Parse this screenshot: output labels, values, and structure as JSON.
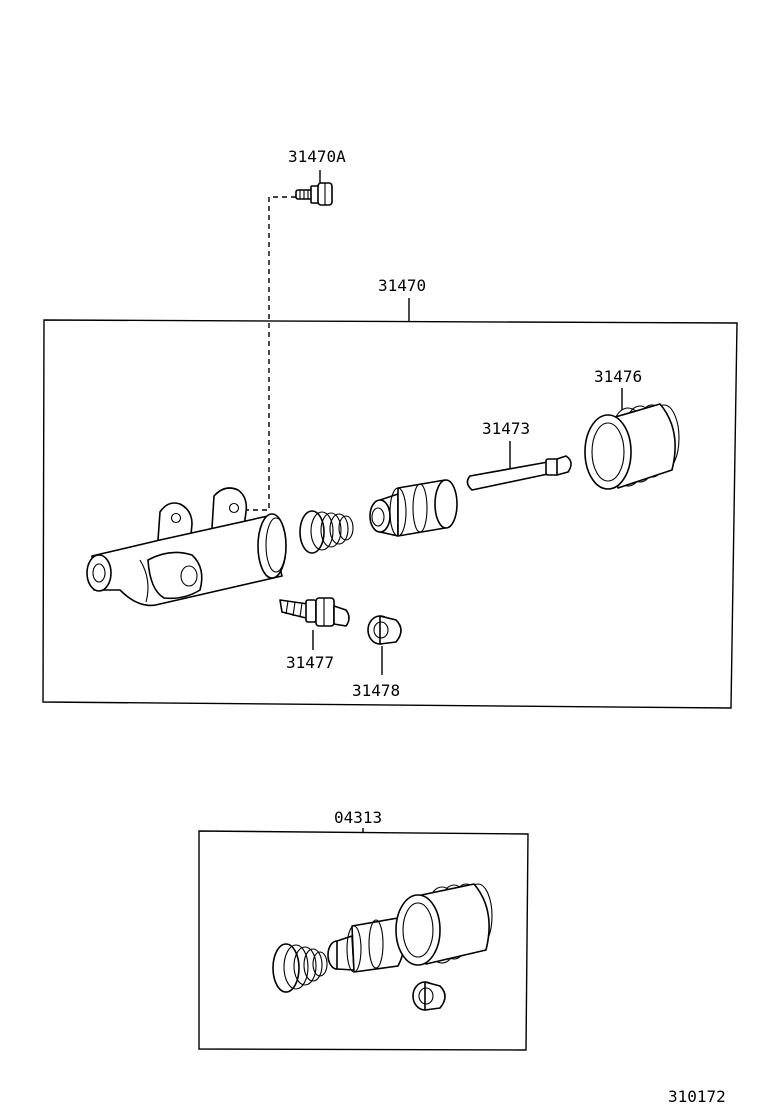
{
  "labels": {
    "bolt": "31470A",
    "assembly": "31470",
    "boot": "31476",
    "push_rod": "31473",
    "bleeder_plug": "31477",
    "bleeder_cap": "31478",
    "repair_kit": "04313",
    "figure_number": "310172"
  }
}
